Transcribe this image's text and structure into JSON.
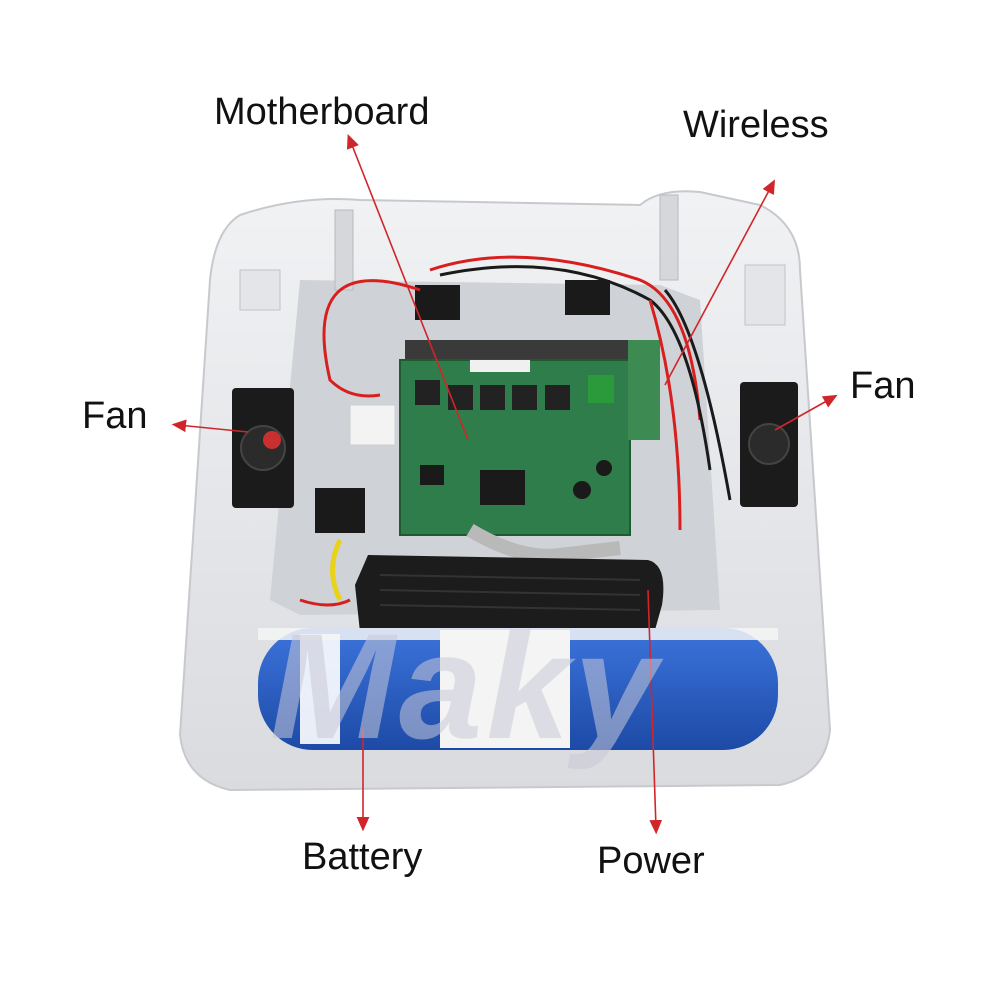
{
  "labels": {
    "motherboard": "Motherboard",
    "wireless": "Wireless",
    "fan_left": "Fan",
    "fan_right": "Fan",
    "battery": "Battery",
    "power": "Power"
  },
  "watermark": "Maky",
  "colors": {
    "housing": "#e9ebee",
    "pcb": "#2f7d4a",
    "battery": "#2c5fc4",
    "arrow": "#d0262a",
    "wire_red": "#d81e1e",
    "wire_black": "#1a1a1a",
    "wire_yellow": "#e8d21a",
    "ribbon": "#b9b9b9"
  }
}
